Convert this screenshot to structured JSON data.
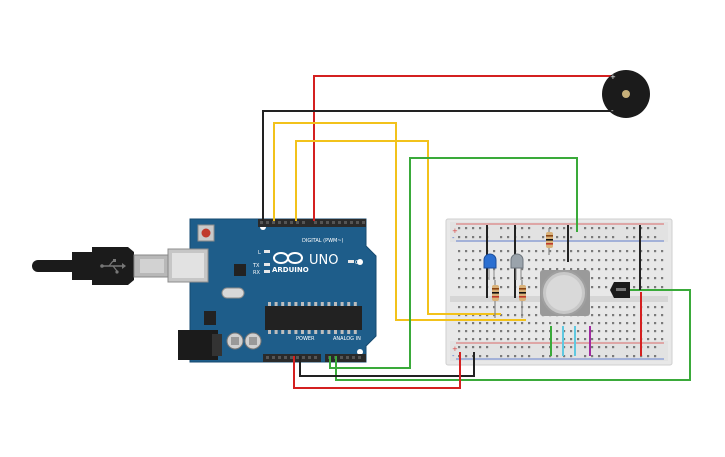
{
  "colors": {
    "board": "#1e5d8a",
    "board_dark": "#164a70",
    "breadboard": "#e9e9e9",
    "wire_red": "#d42020",
    "wire_black": "#222222",
    "wire_yellow": "#f2c21b",
    "wire_green": "#3aaa3a",
    "header": "#2a2a2a",
    "led_blue": "#2b6fd1",
    "led_gray": "#9aa3ab",
    "sensor": "#c8c8c8",
    "buzzer": "#1b1b1b",
    "usb_black": "#1b1b1b",
    "usb_metal": "#b8b8b8"
  },
  "arduino": {
    "brand": "ARDUINO",
    "model": "UNO",
    "digital_label": "DIGITAL (PWM~)",
    "power_label": "POWER",
    "analog_label": "ANALOG IN",
    "on_label": "ON",
    "tx_label": "TX",
    "rx_label": "RX",
    "l_label": "L",
    "logo_icon": "infinity-logo-icon"
  },
  "buzzer": {
    "plus_label": "+",
    "minus_label": "-"
  },
  "breadboard": {
    "sign_plus": "+",
    "sign_minus": "-"
  }
}
